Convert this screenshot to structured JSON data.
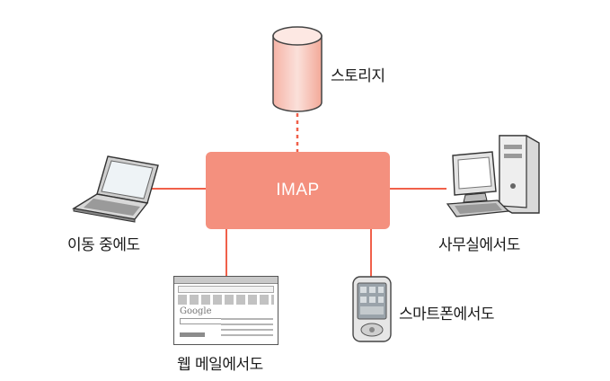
{
  "hub": {
    "label": "IMAP",
    "color": "#f4907e",
    "text_color": "#ffffff"
  },
  "connector_color": "#f0604a",
  "nodes": {
    "storage": {
      "label": "스토리지",
      "icon": "database-cylinder-icon",
      "link": "dashed"
    },
    "mobile": {
      "label": "이동 중에도",
      "icon": "laptop-icon",
      "link": "solid"
    },
    "office": {
      "label": "사무실에서도",
      "icon": "desktop-computer-icon",
      "link": "solid"
    },
    "webmail": {
      "label": "웹 메일에서도",
      "icon": "browser-window-icon",
      "link": "solid"
    },
    "smartphone": {
      "label": "스마트폰에서도",
      "icon": "smartphone-icon",
      "link": "solid"
    }
  },
  "browser_thumbnail": {
    "logo_text": "Google"
  }
}
